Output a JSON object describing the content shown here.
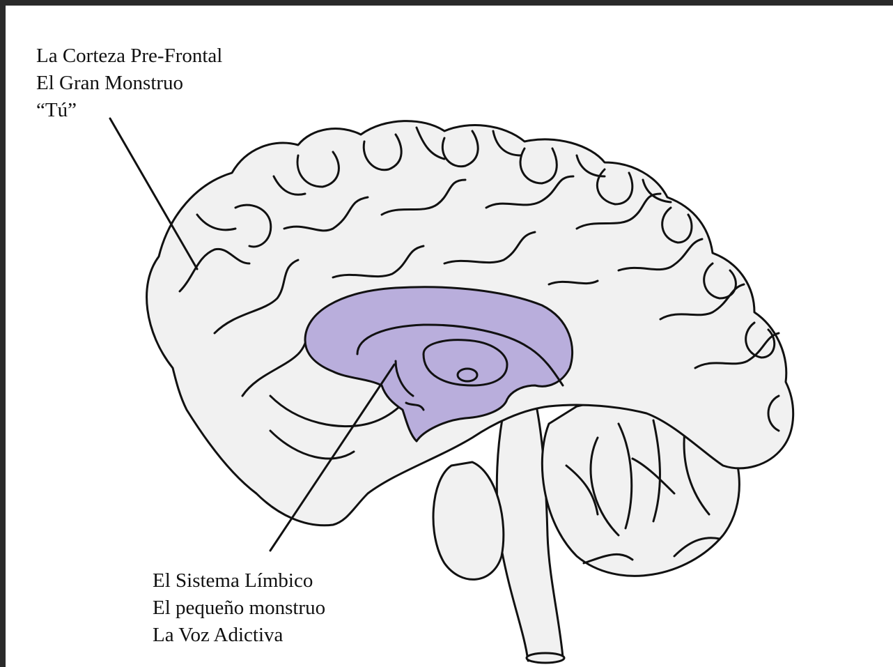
{
  "colors": {
    "limbic_fill": "#b9aedc",
    "brain_fill": "#f1f1f1",
    "outline": "#111111",
    "frame": "#2a2a2a",
    "background": "#ffffff"
  },
  "labels": {
    "prefrontal": {
      "line1": "La Corteza Pre-Frontal",
      "line2": "El Gran Monstruo",
      "line3": "“Tú”"
    },
    "limbic": {
      "line1": "El Sistema Límbico",
      "line2": "El pequeño monstruo",
      "line3": "La Voz Adictiva"
    }
  }
}
